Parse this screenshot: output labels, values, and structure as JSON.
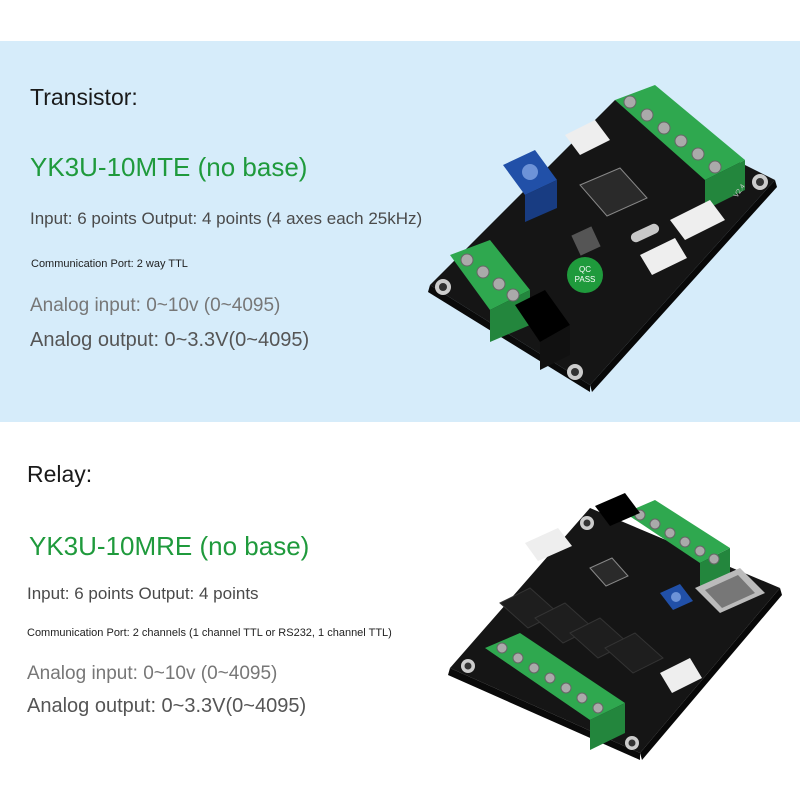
{
  "transistor": {
    "section_title": "Transistor:",
    "model": "YK3U-10MTE (no base)",
    "io": "Input: 6 points Output: 4 points (4 axes each 25kHz)",
    "comm": "Communication Port: 2 way TTL",
    "analog_in": "Analog input: 0~10v (0~4095)",
    "analog_out": "Analog output: 0~3.3V(0~4095)",
    "board_label_qc": "QC",
    "board_label_pass": "PASS",
    "board_label_version": "V2.4"
  },
  "relay": {
    "section_title": "Relay:",
    "model": "YK3U-10MRE (no base)",
    "io": "Input: 6 points Output: 4 points",
    "comm": "Communication Port: 2 channels (1 channel TTL or RS232, 1 channel TTL)",
    "analog_in": "Analog input: 0~10v (0~4095)",
    "analog_out": "Analog output: 0~3.3V(0~4095)"
  },
  "colors": {
    "panel_blue": "#d6ecfa",
    "model_green": "#1f9a3c",
    "terminal_green": "#2fa84f",
    "pcb_black": "#151515"
  }
}
